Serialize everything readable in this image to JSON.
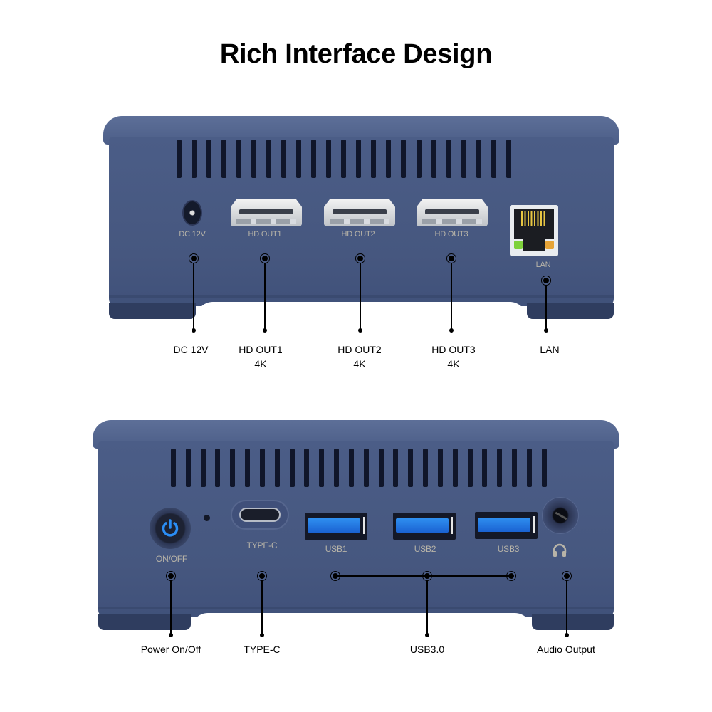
{
  "title": "Rich Interface Design",
  "colors": {
    "device_body": "#4b5d87",
    "device_lid": "#5d6f98",
    "vent": "#10162a",
    "port_label": "#b8b4a8",
    "usb_blue": "#2f8ff0",
    "power_blue": "#2a8df5",
    "led_green": "#7ed13b",
    "led_orange": "#e6a437",
    "callout_text": "#000000"
  },
  "rear_panel": {
    "ports": [
      {
        "id": "dc",
        "printed_label": "DC  12V",
        "icon": "dc-jack-icon"
      },
      {
        "id": "hd1",
        "printed_label": "HD OUT1",
        "icon": "hdmi-port-icon"
      },
      {
        "id": "hd2",
        "printed_label": "HD OUT2",
        "icon": "hdmi-port-icon"
      },
      {
        "id": "hd3",
        "printed_label": "HD OUT3",
        "icon": "hdmi-port-icon"
      },
      {
        "id": "lan",
        "printed_label": "LAN",
        "icon": "ethernet-port-icon"
      }
    ],
    "callouts": [
      {
        "line1": "DC 12V",
        "line2": ""
      },
      {
        "line1": "HD OUT1",
        "line2": "4K"
      },
      {
        "line1": "HD OUT2",
        "line2": "4K"
      },
      {
        "line1": "HD OUT3",
        "line2": "4K"
      },
      {
        "line1": "LAN",
        "line2": ""
      }
    ]
  },
  "front_panel": {
    "ports": [
      {
        "id": "power",
        "printed_label": "ON/OFF",
        "icon": "power-icon"
      },
      {
        "id": "typec",
        "printed_label": "TYPE-C",
        "icon": "usb-c-port-icon"
      },
      {
        "id": "usb1",
        "printed_label": "USB1",
        "icon": "usb-a-port-icon"
      },
      {
        "id": "usb2",
        "printed_label": "USB2",
        "icon": "usb-a-port-icon"
      },
      {
        "id": "usb3",
        "printed_label": "USB3",
        "icon": "usb-a-port-icon"
      },
      {
        "id": "audio",
        "printed_label": "",
        "icon": "headphone-icon"
      }
    ],
    "callouts": [
      {
        "line1": "Power On/Off"
      },
      {
        "line1": "TYPE-C"
      },
      {
        "line1": "USB3.0"
      },
      {
        "line1": "Audio Output"
      }
    ]
  }
}
